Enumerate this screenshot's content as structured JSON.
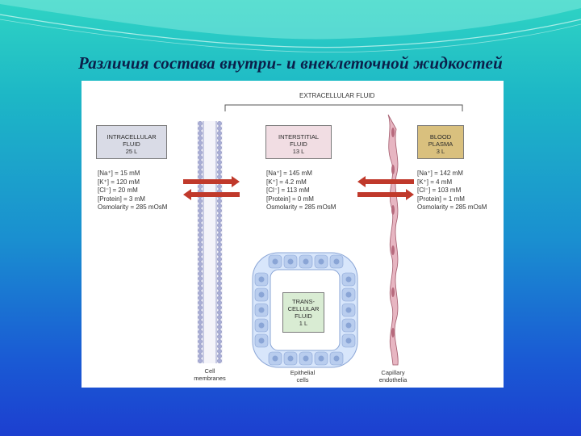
{
  "slide": {
    "title": "Различия состава внутри- и внеклеточной жидкостей"
  },
  "diagram": {
    "extracellular_label": "EXTRACELLULAR FLUID",
    "compartments": {
      "intracellular": {
        "name_line1": "INTRACELLULAR",
        "name_line2": "FLUID",
        "volume": "25 L",
        "values": [
          "[Na⁺] = 15 mM",
          "[K⁺] = 120 mM",
          "[Cl⁻] = 20 mM",
          "[Protein] = 3 mM",
          "Osmolarity = 285 mOsM"
        ]
      },
      "interstitial": {
        "name_line1": "INTERSTITIAL",
        "name_line2": "FLUID",
        "volume": "13 L",
        "values": [
          "[Na⁺] = 145 mM",
          "[K⁺] = 4.2 mM",
          "[Cl⁻] = 113 mM",
          "[Protein] = 0 mM",
          "Osmolarity = 285 mOsM"
        ]
      },
      "blood_plasma": {
        "name_line1": "BLOOD",
        "name_line2": "PLASMA",
        "volume": "3 L",
        "values": [
          "[Na⁺] = 142 mM",
          "[K⁺] = 4 mM",
          "[Cl⁻] = 103 mM",
          "[Protein] = 1 mM",
          "Osmolarity = 285 mOsM"
        ]
      },
      "transcellular": {
        "name_line1": "TRANS-",
        "name_line2": "CELLULAR",
        "name_line3": "FLUID",
        "volume": "1 L"
      }
    },
    "captions": {
      "cell_membranes_1": "Cell",
      "cell_membranes_2": "membranes",
      "epithelial_1": "Epithelial",
      "epithelial_2": "cells",
      "capillary_1": "Capillary",
      "capillary_2": "endothelia"
    },
    "colors": {
      "intracellular_box": "#d9dbe6",
      "interstitial_box": "#f1dde3",
      "plasma_box": "#d9c07e",
      "transcellular_box": "#d9ecd3",
      "arrow": "#c0392b",
      "membrane": "#a9aed6",
      "endothelium": "#c98a98",
      "epithelium": "#b9cdee"
    }
  }
}
